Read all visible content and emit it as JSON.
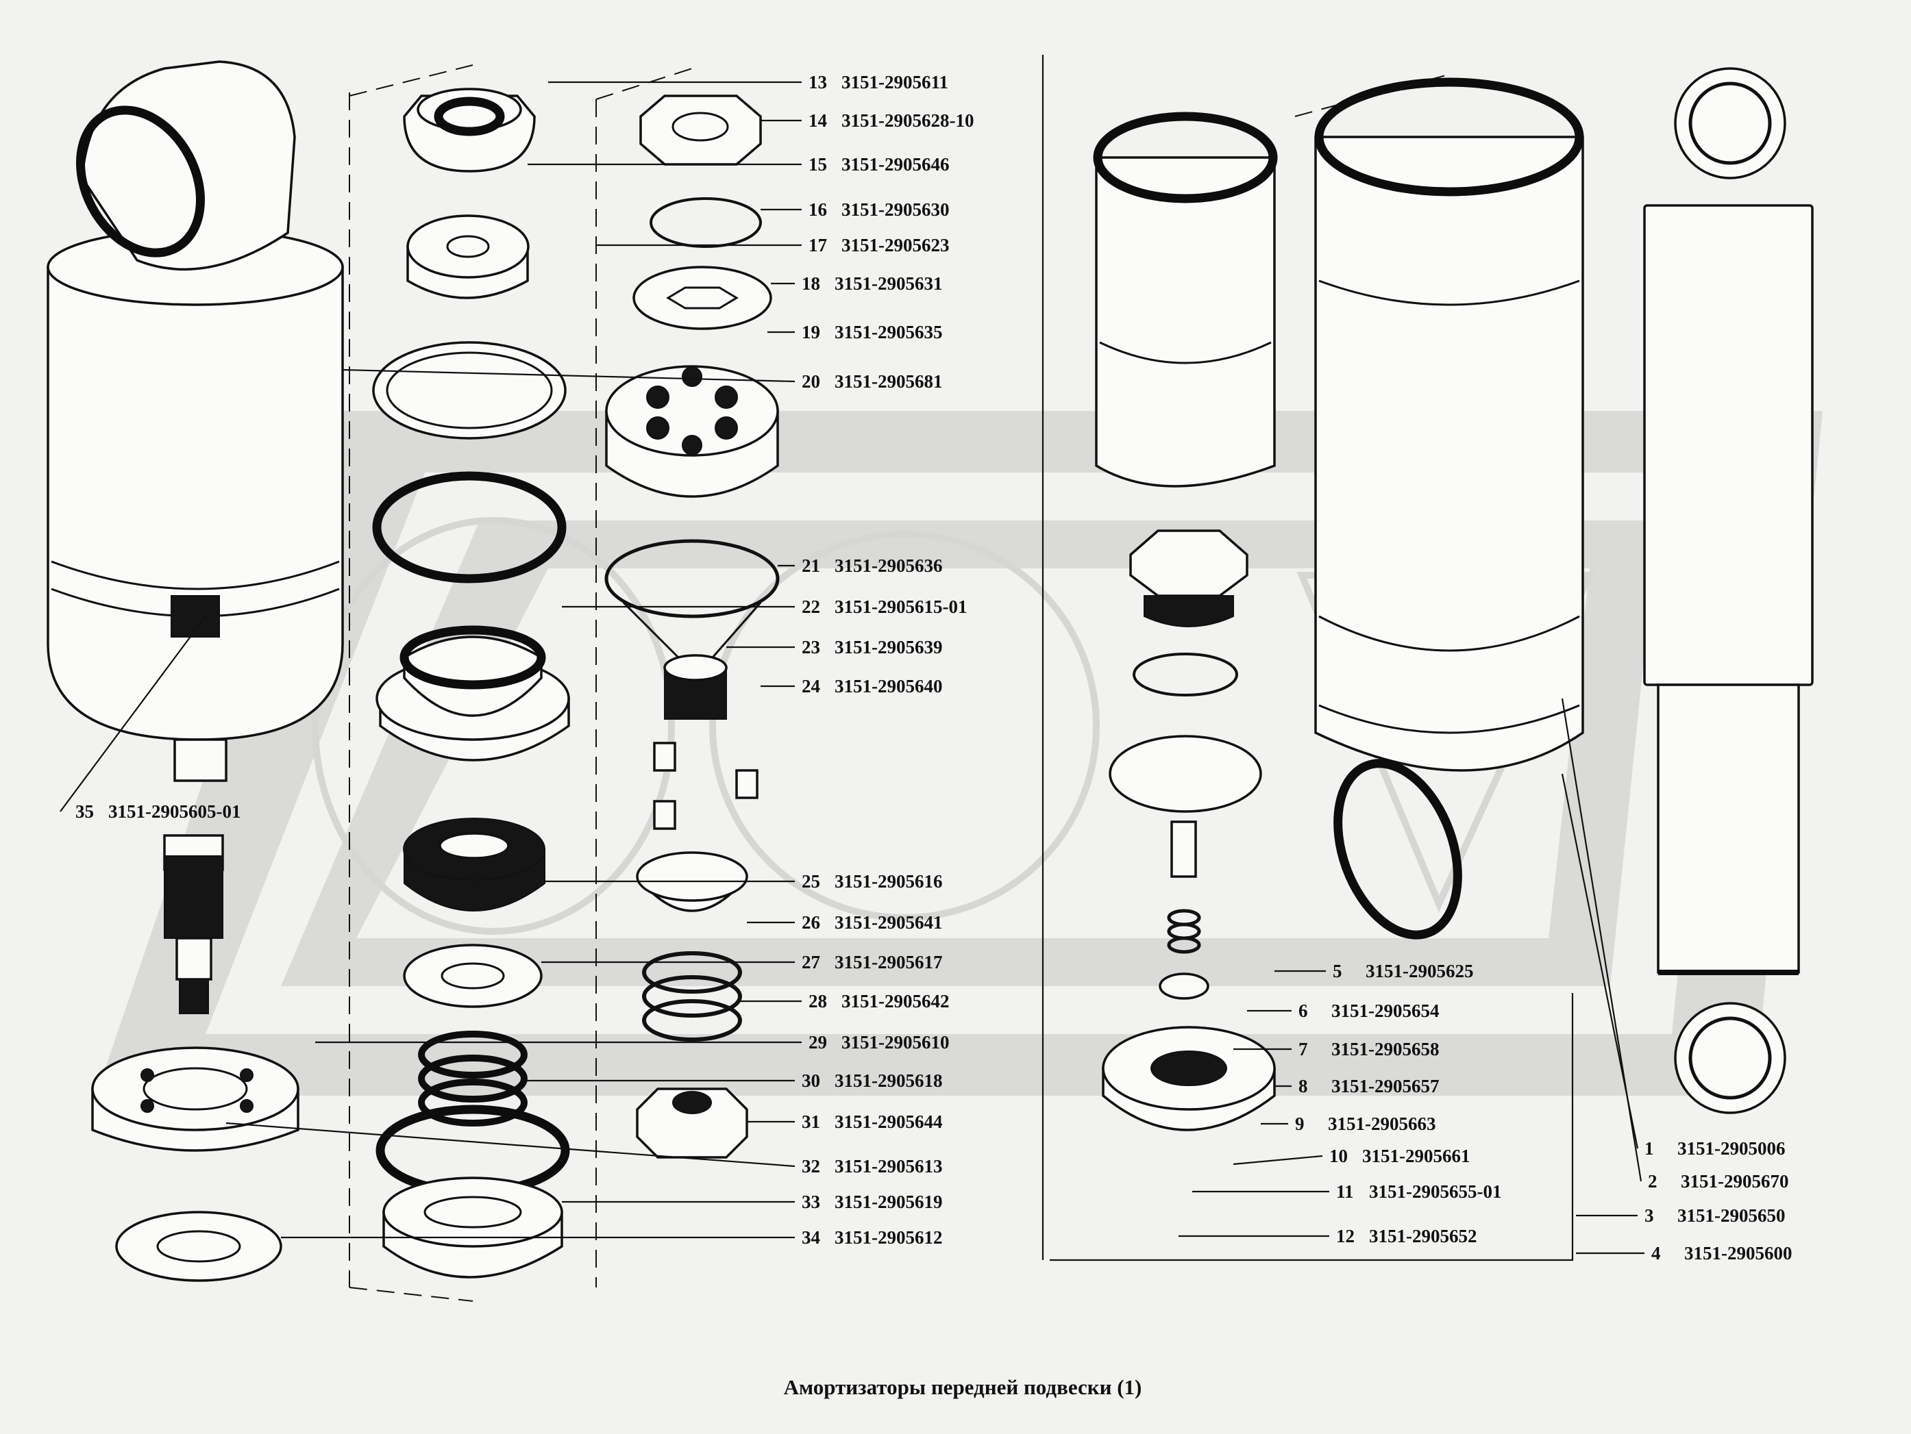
{
  "caption": "Амортизаторы передней подвески (1)",
  "watermark": "UAZ logo",
  "parts": [
    {
      "num": "1",
      "code": "3151-2905006"
    },
    {
      "num": "2",
      "code": "3151-2905670"
    },
    {
      "num": "3",
      "code": "3151-2905650"
    },
    {
      "num": "4",
      "code": "3151-2905600"
    },
    {
      "num": "5",
      "code": "3151-2905625"
    },
    {
      "num": "6",
      "code": "3151-2905654"
    },
    {
      "num": "7",
      "code": "3151-2905658"
    },
    {
      "num": "8",
      "code": "3151-2905657"
    },
    {
      "num": "9",
      "code": "3151-2905663"
    },
    {
      "num": "10",
      "code": "3151-2905661"
    },
    {
      "num": "11",
      "code": "3151-2905655-01"
    },
    {
      "num": "12",
      "code": "3151-2905652"
    },
    {
      "num": "13",
      "code": "3151-2905611"
    },
    {
      "num": "14",
      "code": "3151-2905628-10"
    },
    {
      "num": "15",
      "code": "3151-2905646"
    },
    {
      "num": "16",
      "code": "3151-2905630"
    },
    {
      "num": "17",
      "code": "3151-2905623"
    },
    {
      "num": "18",
      "code": "3151-2905631"
    },
    {
      "num": "19",
      "code": "3151-2905635"
    },
    {
      "num": "20",
      "code": "3151-2905681"
    },
    {
      "num": "21",
      "code": "3151-2905636"
    },
    {
      "num": "22",
      "code": "3151-2905615-01"
    },
    {
      "num": "23",
      "code": "3151-2905639"
    },
    {
      "num": "24",
      "code": "3151-2905640"
    },
    {
      "num": "25",
      "code": "3151-2905616"
    },
    {
      "num": "26",
      "code": "3151-2905641"
    },
    {
      "num": "27",
      "code": "3151-2905617"
    },
    {
      "num": "28",
      "code": "3151-2905642"
    },
    {
      "num": "29",
      "code": "3151-2905610"
    },
    {
      "num": "30",
      "code": "3151-2905618"
    },
    {
      "num": "31",
      "code": "3151-2905644"
    },
    {
      "num": "32",
      "code": "3151-2905613"
    },
    {
      "num": "33",
      "code": "3151-2905619"
    },
    {
      "num": "34",
      "code": "3151-2905612"
    },
    {
      "num": "35",
      "code": "3151-2905605-01"
    }
  ]
}
